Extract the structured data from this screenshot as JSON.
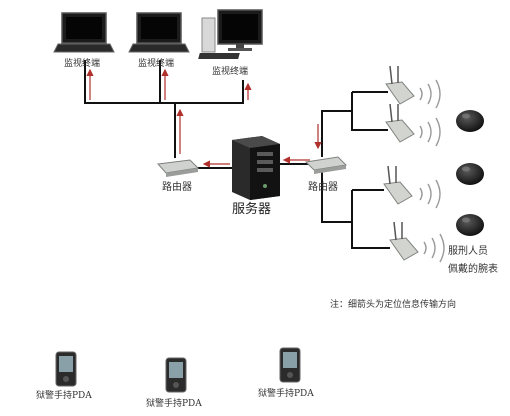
{
  "monitors": [
    {
      "label": "监视终端",
      "device": "laptop"
    },
    {
      "label": "监视终端",
      "device": "laptop"
    },
    {
      "label": "监视终端",
      "device": "desktop"
    }
  ],
  "routers": [
    {
      "label": "路由器"
    },
    {
      "label": "路由器"
    }
  ],
  "server": {
    "label": "服务器"
  },
  "wearer": {
    "label_line1": "服刑人员",
    "label_line2": "佩戴的腕表"
  },
  "note": "注：细箭头为定位信息传输方向",
  "pdas": [
    {
      "label": "狱警手持PDA"
    },
    {
      "label": "狱警手持PDA"
    },
    {
      "label": "狱警手持PDA"
    }
  ],
  "colors": {
    "line": "#111111",
    "arrow": "#b0302c",
    "device": "#bfc3bf"
  }
}
